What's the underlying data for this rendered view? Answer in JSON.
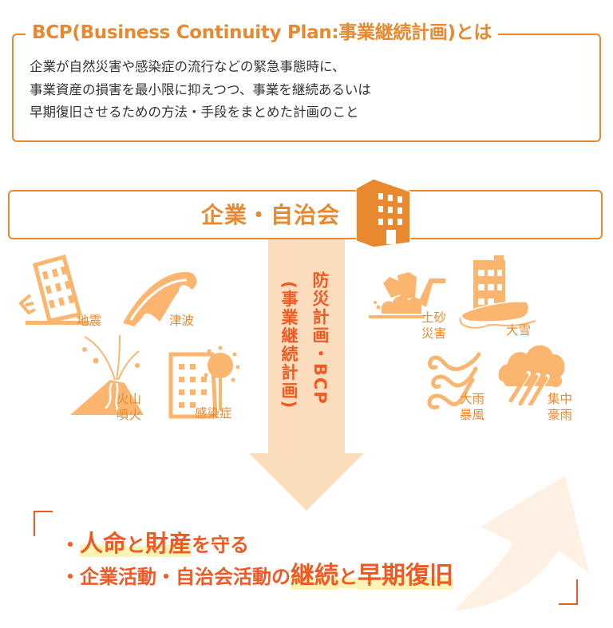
{
  "definition": {
    "title": "BCP(Business Continuity Plan:事業継続計画)とは",
    "lines": [
      "企業が自然災害や感染症の流行などの緊急事態時に、",
      "事業資産の損害を最小限に抑えつつ、事業を継続あるいは",
      "早期復旧させるための方法・手段をまとめた計画のこと"
    ]
  },
  "organization": {
    "label": "企業・自治会",
    "icon": "office-building-icon"
  },
  "arrow": {
    "line1": "防災計画・BCP",
    "line2": "(事業継続計画)"
  },
  "hazards": {
    "earthquake": {
      "label": "地震",
      "icon": "tilted-building-icon"
    },
    "tsunami": {
      "label": "津波",
      "icon": "wave-icon"
    },
    "eruption": {
      "label_line1": "火山",
      "label_line2": "噴火",
      "icon": "volcano-icon"
    },
    "infection": {
      "label": "感染症",
      "icon": "building-virus-icon"
    },
    "landslide": {
      "label_line1": "土砂",
      "label_line2": "災害",
      "icon": "landslide-icon"
    },
    "snow": {
      "label": "大雪",
      "icon": "snow-building-icon"
    },
    "storm": {
      "label_line1": "大雨",
      "label_line2": "暴風",
      "icon": "wind-icon"
    },
    "heavy_rain": {
      "label_line1": "集中",
      "label_line2": "豪雨",
      "icon": "rain-cloud-icon"
    }
  },
  "goals": {
    "bullet": "・",
    "line1": {
      "hl1": "人命",
      "mid1": "と",
      "hl2": "財産",
      "tail": "を守る"
    },
    "line2": {
      "head": "企業活動・自治会活動の",
      "hl1": "継続",
      "mid": "と",
      "hl2": "早期復旧"
    }
  },
  "colors": {
    "accent_orange": "#e8892f",
    "hazard_orange": "#fbb56f",
    "arrow_fill": "#fbdcbd",
    "goal_red_orange": "#f05a22",
    "highlight_yellow": "#fcf3b6",
    "up_arrow_fill": "#fef1e4"
  }
}
